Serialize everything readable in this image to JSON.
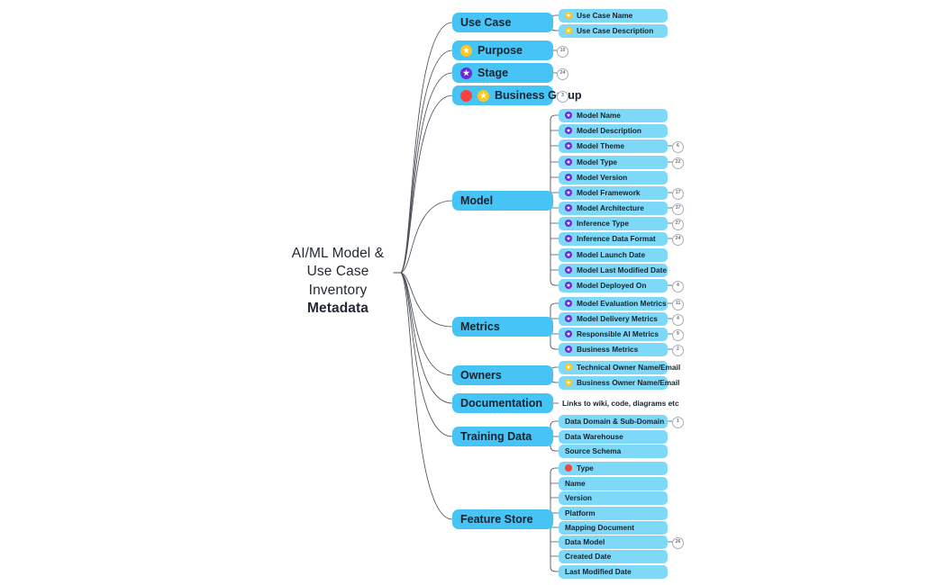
{
  "root": {
    "line1": "AI/ML Model &",
    "line2": "Use Case Inventory",
    "line3": "Metadata"
  },
  "colors": {
    "level1_node": "#45c4f5",
    "level2_node": "#7ed9f8",
    "star_yellow": "#ffc71f",
    "star_purple": "#6d28d9",
    "dot_red": "#f8423c",
    "connector": "#4a4f57",
    "badge_border": "#a6adb6",
    "text": "#16222e"
  },
  "branches": [
    {
      "label": "Use Case",
      "icons": [],
      "badge": null,
      "children": [
        {
          "label": "Use Case Name",
          "icons": [
            "star-yellow-icon"
          ],
          "badge": null
        },
        {
          "label": "Use Case Description",
          "icons": [
            "star-yellow-icon"
          ],
          "badge": null
        }
      ]
    },
    {
      "label": "Purpose",
      "icons": [
        "star-yellow-icon"
      ],
      "badge": "10",
      "children": []
    },
    {
      "label": "Stage",
      "icons": [
        "star-purple-icon"
      ],
      "badge": "24",
      "children": []
    },
    {
      "label": "Business Group",
      "icons": [
        "dot-red-icon",
        "star-yellow-icon"
      ],
      "badge": "3",
      "children": []
    },
    {
      "label": "Model",
      "icons": [],
      "badge": null,
      "children": [
        {
          "label": "Model Name",
          "icons": [
            "star-purple-icon"
          ],
          "badge": null
        },
        {
          "label": "Model Description",
          "icons": [
            "star-purple-icon"
          ],
          "badge": null
        },
        {
          "label": "Model Theme",
          "icons": [
            "star-purple-icon"
          ],
          "badge": "6"
        },
        {
          "label": "Model Type",
          "icons": [
            "star-purple-icon"
          ],
          "badge": "22"
        },
        {
          "label": "Model Version",
          "icons": [
            "star-purple-icon"
          ],
          "badge": null
        },
        {
          "label": "Model Framework",
          "icons": [
            "star-purple-icon"
          ],
          "badge": "17"
        },
        {
          "label": "Model Architecture",
          "icons": [
            "star-purple-icon"
          ],
          "badge": "37"
        },
        {
          "label": "Inference Type",
          "icons": [
            "star-purple-icon"
          ],
          "badge": "27"
        },
        {
          "label": "Inference Data Format",
          "icons": [
            "star-purple-icon"
          ],
          "badge": "24"
        },
        {
          "label": "Model Launch Date",
          "icons": [
            "star-purple-icon"
          ],
          "badge": null
        },
        {
          "label": "Model Last Modified Date",
          "icons": [
            "star-purple-icon"
          ],
          "badge": null
        },
        {
          "label": "Model Deployed On",
          "icons": [
            "star-purple-icon"
          ],
          "badge": "4"
        }
      ]
    },
    {
      "label": "Metrics",
      "icons": [],
      "badge": null,
      "children": [
        {
          "label": "Model Evaluation Metrics",
          "icons": [
            "star-purple-icon"
          ],
          "badge": "11"
        },
        {
          "label": "Model Delivery Metrics",
          "icons": [
            "star-purple-icon"
          ],
          "badge": "4"
        },
        {
          "label": "Responsible AI Metrics",
          "icons": [
            "star-purple-icon"
          ],
          "badge": "9"
        },
        {
          "label": "Business Metrics",
          "icons": [
            "star-purple-icon"
          ],
          "badge": "2"
        }
      ]
    },
    {
      "label": "Owners",
      "icons": [],
      "badge": null,
      "children": [
        {
          "label": "Technical Owner Name/Email",
          "icons": [
            "star-yellow-icon"
          ],
          "badge": null
        },
        {
          "label": "Business Owner Name/Email",
          "icons": [
            "star-yellow-icon"
          ],
          "badge": null
        }
      ]
    },
    {
      "label": "Documentation",
      "icons": [],
      "badge": null,
      "children": [
        {
          "label": "Links to wiki, code, diagrams etc",
          "icons": [],
          "badge": null
        }
      ]
    },
    {
      "label": "Training Data",
      "icons": [],
      "badge": null,
      "children": [
        {
          "label": "Data Domain & Sub-Domain",
          "icons": [],
          "badge": "1"
        },
        {
          "label": "Data Warehouse",
          "icons": [],
          "badge": null
        },
        {
          "label": "Source Schema",
          "icons": [],
          "badge": null
        }
      ]
    },
    {
      "label": "Feature Store",
      "icons": [],
      "badge": null,
      "children": [
        {
          "label": "Type",
          "icons": [
            "dot-red-icon"
          ],
          "badge": null
        },
        {
          "label": "Name",
          "icons": [],
          "badge": null
        },
        {
          "label": "Version",
          "icons": [],
          "badge": null
        },
        {
          "label": "Platform",
          "icons": [],
          "badge": null
        },
        {
          "label": "Mapping Document",
          "icons": [],
          "badge": null
        },
        {
          "label": "Data Model",
          "icons": [],
          "badge": "26"
        },
        {
          "label": "Created Date",
          "icons": [],
          "badge": null
        },
        {
          "label": "Last Modified Date",
          "icons": [],
          "badge": null
        }
      ]
    }
  ]
}
